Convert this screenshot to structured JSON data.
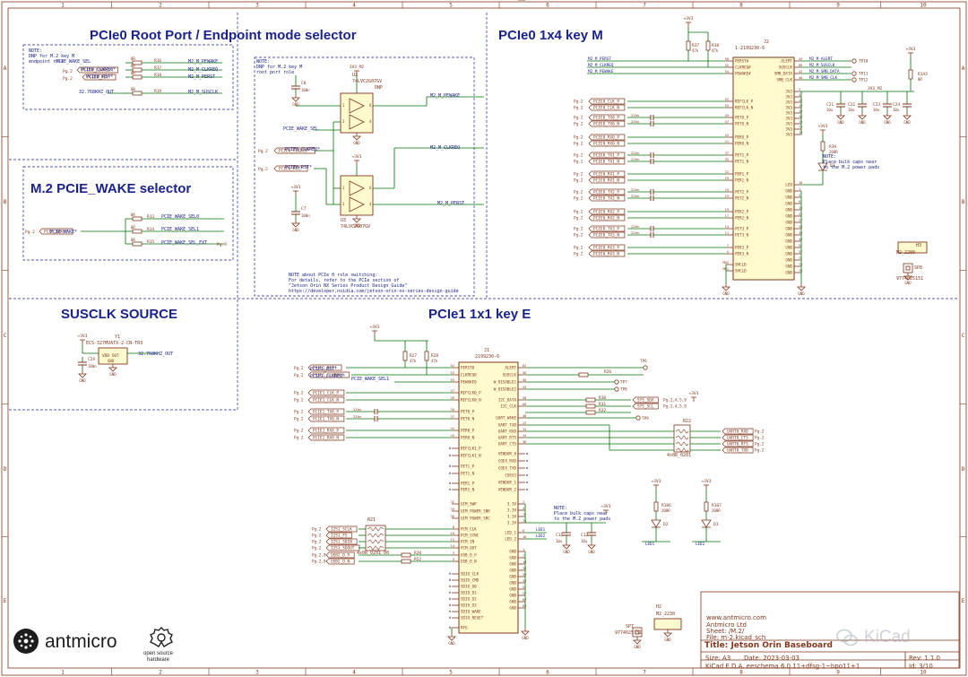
{
  "frame_labels": {
    "columns": [
      "1",
      "2",
      "3",
      "4",
      "5",
      "6",
      "7",
      "8",
      "9",
      "10"
    ],
    "rows": [
      "A",
      "B",
      "C",
      "D",
      "E"
    ]
  },
  "sections": {
    "pcie0_mode_selector": "PCIe0 Root Port / Endpoint mode selector",
    "pcie0_1x4": "PCIe0 1x4 key M",
    "m2_wake": "M.2 PCIE_WAKE selector",
    "susclk": "SUSCLK SOURCE",
    "pcie1_1x1": "PCIe1 1x1 key E"
  },
  "notes": {
    "dnp_endpoint": "NOTE:\nDNP for M.2 key M\nendpoint role",
    "dnp_rootport": "NOTE:\nDNP for M.2 key M\nroot port role",
    "pcie0_role": "NOTE about PCIe 0 role switching:\nFor details, refer to the PCIe section of\n\"Jetson Orin NX Series Product Design Guide\"\nhttps://developer.nvidia.com/jetson-orin-nx-series-design-guide",
    "bulk_caps_m": "NOTE:\nPlace bulk caps near\nto the M.2 power pads",
    "bulk_caps_e": "NOTE:\nPlace bulk caps near\nto the M.2 power pads"
  },
  "parts": {
    "u2": {
      "ref": "U2",
      "value": "74LVC2G07GV",
      "extra": "DNP"
    },
    "u3": {
      "ref": "U3",
      "value": "74LVC2G07GV"
    },
    "j2": {
      "ref": "J2",
      "value": "1-2199230-6"
    },
    "j1": {
      "ref": "J1",
      "value": "2199230-6"
    },
    "y1": {
      "ref": "Y1",
      "value": "ECS-327MVATX-2-CN-TR3"
    },
    "r22": {
      "ref": "R22",
      "value": "4x0R_0201"
    },
    "r21": {
      "ref": "R21",
      "value": "4x0R_0201_00"
    },
    "h3": {
      "ref": "H3",
      "value": "M2_2280"
    },
    "h2": {
      "ref": "H2",
      "value": "M2_2230"
    },
    "sp8": {
      "ref": "SP8",
      "value": "9774025151"
    },
    "sp7": {
      "ref": "SP7",
      "value": "9774025151"
    }
  },
  "net_labels": {
    "pcie_wake_sel": "PCIE_WAKE_SEL",
    "pcie0_clkreq": "PCIE0_CLKREQ*",
    "pcie0_rst": "PCIE0_RST*",
    "susclk_out": "32.768KHZ_OUT",
    "m2_m_pewake": "M2_M_PEWAKE",
    "m2_m_clkreq": "M2_M_CLKREQ",
    "m2_m_perst": "M2_M_PERST",
    "m2_m_susclk": "M2_M_SUSCLK",
    "pcie_wake": "PCIE_WAKE*",
    "pcie_wake_sel0": "PCIE_WAKE_SEL0",
    "pcie_wake_sel1": "PCIE_WAKE_SEL1",
    "pcie_wake_sel_ext": "PCIE_WAKE_SEL_EXT",
    "pcie1_rst": "PCIE1_RST*",
    "pcie1_clkreq": "PCIE1_CLKREQ*",
    "pcie_wake_sel_e": "PCIE_WAKE_SEL1"
  },
  "power_labels": {
    "v33": "+3V3",
    "v33m2": "3V3_M2"
  },
  "j2_left_pins": [
    {
      "name": "PERST#",
      "num": "50"
    },
    {
      "name": "CLKREQ#",
      "num": "52"
    },
    {
      "name": "PEWAKE#",
      "num": "54"
    },
    {
      "name": "REFCLK_P",
      "num": "55"
    },
    {
      "name": "REFCLK_N",
      "num": "53"
    },
    {
      "name": "PETO_P",
      "num": "49"
    },
    {
      "name": "PETO_N",
      "num": "47"
    },
    {
      "name": "PERO_P",
      "num": "43"
    },
    {
      "name": "PERO_N",
      "num": "41"
    },
    {
      "name": "PET1_P",
      "num": "37"
    },
    {
      "name": "PET1_N",
      "num": "35"
    },
    {
      "name": "PER1_P",
      "num": "31"
    },
    {
      "name": "PER1_N",
      "num": "29"
    },
    {
      "name": "PET2_P",
      "num": "25"
    },
    {
      "name": "PET2_N",
      "num": "23"
    },
    {
      "name": "PER2_P",
      "num": "19"
    },
    {
      "name": "PER2_N",
      "num": "17"
    },
    {
      "name": "PET3_P",
      "num": "13"
    },
    {
      "name": "PET3_N",
      "num": "11"
    },
    {
      "name": "PER3_P",
      "num": "7"
    },
    {
      "name": "PER3_N",
      "num": "5"
    },
    {
      "name": "SHCLD",
      "num": "MH2"
    },
    {
      "name": "SHCLD",
      "num": "MH1"
    }
  ],
  "j2_right_pins": [
    {
      "name": "ALERT",
      "num": "44"
    },
    {
      "name": "SUSCLK",
      "num": "68"
    },
    {
      "name": "SMB_DATA",
      "num": "42"
    },
    {
      "name": "SMB_CLK",
      "num": "40"
    },
    {
      "name": "3V3",
      "num": "2"
    },
    {
      "name": "3V3",
      "num": "4"
    },
    {
      "name": "3V3",
      "num": "12"
    },
    {
      "name": "3V3",
      "num": "14"
    },
    {
      "name": "3V3",
      "num": "16"
    },
    {
      "name": "3V3",
      "num": "18"
    },
    {
      "name": "3V3",
      "num": "70"
    },
    {
      "name": "3V3",
      "num": "72"
    },
    {
      "name": "3V3",
      "num": "74"
    },
    {
      "name": "LED",
      "num": "10"
    },
    {
      "name": "GND",
      "num": "1"
    },
    {
      "name": "GND",
      "num": "3"
    },
    {
      "name": "GND",
      "num": "9"
    },
    {
      "name": "GND",
      "num": "15"
    },
    {
      "name": "GND",
      "num": "21"
    },
    {
      "name": "GND",
      "num": "27"
    },
    {
      "name": "GND",
      "num": "33"
    },
    {
      "name": "GND",
      "num": "39"
    },
    {
      "name": "GND",
      "num": "45"
    },
    {
      "name": "GND",
      "num": "51"
    },
    {
      "name": "GND",
      "num": "57"
    },
    {
      "name": "GND",
      "num": "71"
    },
    {
      "name": "GND",
      "num": "73"
    },
    {
      "name": "GND",
      "num": "76"
    }
  ],
  "j1_left_pins": [
    {
      "name": "PERST0",
      "num": "52"
    },
    {
      "name": "CLKREQ0",
      "num": "53"
    },
    {
      "name": "PEWAKE0",
      "num": "55"
    },
    {
      "name": "REFCLK0_P",
      "num": "47"
    },
    {
      "name": "REFCLK0_N",
      "num": "49"
    },
    {
      "name": "PET0_P",
      "num": "35"
    },
    {
      "name": "PET0_N",
      "num": "37"
    },
    {
      "name": "PER0_P",
      "num": "41"
    },
    {
      "name": "PER0_N",
      "num": "43"
    },
    {
      "name": "REFCLK1_P",
      "num": ""
    },
    {
      "name": "REFCLK1_N",
      "num": ""
    },
    {
      "name": "PET1_P",
      "num": ""
    },
    {
      "name": "PET1_N",
      "num": ""
    },
    {
      "name": "PER1_P",
      "num": ""
    },
    {
      "name": "PER1_N",
      "num": ""
    },
    {
      "name": "UIM_SWP",
      "num": "32"
    },
    {
      "name": "UIM_POWER_SNK",
      "num": "34"
    },
    {
      "name": "UIM_POWER_SRC",
      "num": "36"
    },
    {
      "name": "PCM_CLK",
      "num": "8"
    },
    {
      "name": "PCM_SYNC",
      "num": "10"
    },
    {
      "name": "PCM_IN",
      "num": "12"
    },
    {
      "name": "PCM_OUT",
      "num": "14"
    },
    {
      "name": "USB_D_P",
      "num": "3"
    },
    {
      "name": "USB_D_N",
      "num": "5"
    },
    {
      "name": "SDIO_CLK",
      "num": ""
    },
    {
      "name": "SDIO_CMD",
      "num": ""
    },
    {
      "name": "SDIO_D0",
      "num": ""
    },
    {
      "name": "SDIO_D1",
      "num": ""
    },
    {
      "name": "SDIO_D2",
      "num": ""
    },
    {
      "name": "SDIO_D3",
      "num": ""
    },
    {
      "name": "SDIO_WAKE",
      "num": ""
    },
    {
      "name": "SDIO_RESET",
      "num": ""
    },
    {
      "name": "RFU",
      "num": ""
    }
  ],
  "j1_right_pins": [
    {
      "name": "ALERT",
      "num": "62"
    },
    {
      "name": "SUSCLK",
      "num": "50"
    },
    {
      "name": "W_DISABLE1",
      "num": "56"
    },
    {
      "name": "W_DISABLE2",
      "num": "54"
    },
    {
      "name": "I2C_DATA",
      "num": "58"
    },
    {
      "name": "I2C_CLK",
      "num": "60"
    },
    {
      "name": "UART_WAKE",
      "num": "48"
    },
    {
      "name": "UART_TXD",
      "num": "22"
    },
    {
      "name": "UART_RXD",
      "num": "32"
    },
    {
      "name": "UART_RTS",
      "num": "34"
    },
    {
      "name": "UART_CTS",
      "num": "36"
    },
    {
      "name": "VENDOR_0",
      "num": ""
    },
    {
      "name": "COEX_RXD",
      "num": ""
    },
    {
      "name": "COEX_TXD",
      "num": ""
    },
    {
      "name": "COEX3",
      "num": ""
    },
    {
      "name": "VENDOR_1",
      "num": ""
    },
    {
      "name": "VENDOR_2",
      "num": ""
    },
    {
      "name": "3.3V",
      "num": "2"
    },
    {
      "name": "3.3V",
      "num": "4"
    },
    {
      "name": "3.3V",
      "num": "72"
    },
    {
      "name": "3.3V",
      "num": "74"
    },
    {
      "name": "LED_1",
      "num": "6"
    },
    {
      "name": "LED_2",
      "num": "16"
    },
    {
      "name": "GND",
      "num": "1"
    },
    {
      "name": "GND",
      "num": "7"
    },
    {
      "name": "GND",
      "num": "18"
    },
    {
      "name": "GND",
      "num": "33"
    },
    {
      "name": "GND",
      "num": "39"
    },
    {
      "name": "GND",
      "num": "45"
    },
    {
      "name": "GND",
      "num": "51"
    },
    {
      "name": "GND",
      "num": "57"
    },
    {
      "name": "GND",
      "num": "63"
    },
    {
      "name": "GND",
      "num": "69"
    },
    {
      "name": "GND",
      "num": "75"
    }
  ],
  "pcie0_pairs": [
    {
      "label": "PCIE0_CLK_P",
      "page": "Pg.2"
    },
    {
      "label": "PCIE0_CLK_N",
      "page": "Pg.2"
    },
    {
      "label": "PCIE0_TX0_P",
      "page": "Pg.2"
    },
    {
      "label": "PCIE0_TX0_N",
      "page": "Pg.2"
    },
    {
      "label": "PCIE0_RX0_P",
      "page": "Pg.2"
    },
    {
      "label": "PCIE0_RX0_N",
      "page": "Pg.2"
    },
    {
      "label": "PCIE0_TX1_P",
      "page": "Pg.2"
    },
    {
      "label": "PCIE0_TX1_N",
      "page": "Pg.2"
    },
    {
      "label": "PCIE0_RX1_P",
      "page": "Pg.2"
    },
    {
      "label": "PCIE0_RX1_N",
      "page": "Pg.2"
    },
    {
      "label": "PCIE0_TX2_P",
      "page": "Pg.2"
    },
    {
      "label": "PCIE0_TX2_N",
      "page": "Pg.2"
    },
    {
      "label": "PCIE0_RX2_P",
      "page": "Pg.2"
    },
    {
      "label": "PCIE0_RX2_N",
      "page": "Pg.2"
    },
    {
      "label": "PCIE0_TX3_P",
      "page": "Pg.2"
    },
    {
      "label": "PCIE0_TX3_N",
      "page": "Pg.2"
    },
    {
      "label": "PCIE0_RX3_P",
      "page": "Pg.2"
    },
    {
      "label": "PCIE0_RX3_N",
      "page": "Pg.2"
    }
  ],
  "pcie1_pairs": [
    {
      "label": "PCIE1_CLK_P",
      "page": "Pg.2"
    },
    {
      "label": "PCIE1_CLK_N",
      "page": "Pg.2"
    },
    {
      "label": "PCIE1_TX0_P",
      "page": "Pg.2"
    },
    {
      "label": "PCIE1_TX0_N",
      "page": "Pg.2"
    },
    {
      "label": "PCIE1_RX0_P",
      "page": "Pg.2"
    },
    {
      "label": "PCIE1_RX0_N",
      "page": "Pg.2"
    }
  ],
  "i2s_labels": [
    {
      "label": "I2S1_SCLK",
      "page": "Pg.2"
    },
    {
      "label": "I2S1_FS",
      "page": "Pg.2"
    },
    {
      "label": "I2S1_SDIN",
      "page": "Pg.2"
    },
    {
      "label": "I2S1_SDOUT",
      "page": "Pg.2"
    }
  ],
  "usb_labels": [
    {
      "label": "USB2_D_P",
      "page": "Pg.2,9"
    },
    {
      "label": "USB2_D_N",
      "page": "Pg.2,9"
    }
  ],
  "uart_labels": [
    "UART0_RXD",
    "UART0_CTS",
    "UART0_RTS",
    "UART0_TXD"
  ],
  "i2c_labels": [
    "SYS_SDA",
    "SYS_SCL"
  ],
  "title_block": {
    "site": "www.antmicro.com",
    "company": "Antmicro Ltd",
    "sheet": "Sheet: /M.2/",
    "file": "File: m-2.kicad_sch",
    "title": "Title: Jetson Orin Baseboard",
    "size": "Size: A3",
    "date": "Date: 2023-03-03",
    "rev": "Rev: 1.1.0",
    "eda": "KiCad E.D.A.  eeschema 6.0.11+dfsg-1~bpo11+1",
    "id": "Id: 3/10"
  },
  "branding": {
    "antmicro": "antmicro",
    "oshw": "open source\nhardware",
    "kicad_watermark": "KiCad"
  }
}
